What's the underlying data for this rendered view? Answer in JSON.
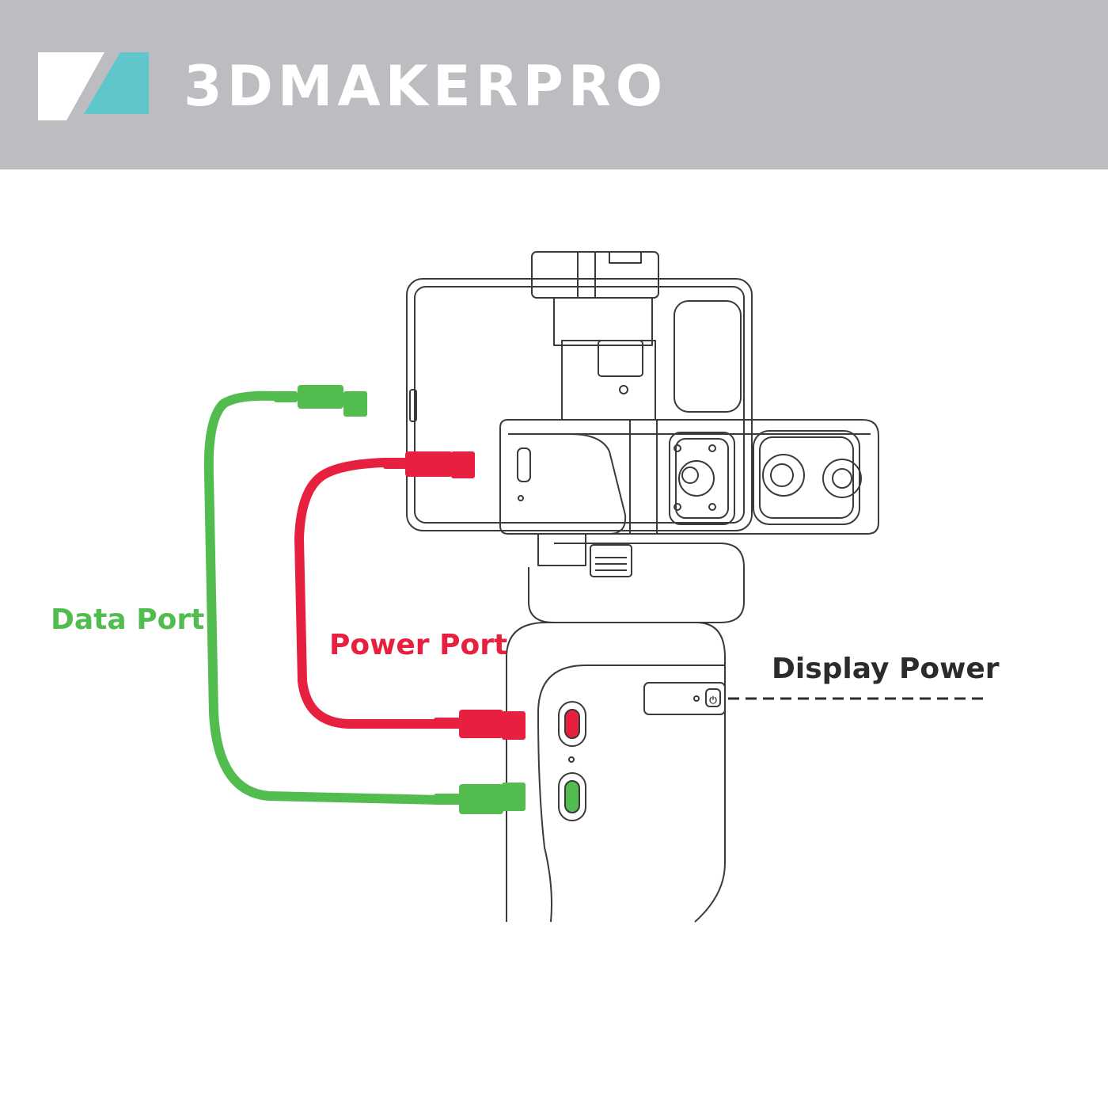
{
  "header": {
    "brand": "3DMAKERPRO",
    "background_color": "#bcbdc0",
    "logo_colors": {
      "white": "#ffffff",
      "teal": "#5fc7cb"
    }
  },
  "labels": {
    "data_port": "Data Port",
    "power_port": "Power Port",
    "display_power": "Display Power"
  },
  "colors": {
    "data_cable": "#52bd4e",
    "power_cable": "#e8203f",
    "outline": "#3a3a3a",
    "text_dark": "#2b2b2b"
  },
  "icons": [
    "logo-mark-icon",
    "scanner-device-icon",
    "usb-cable-icon",
    "power-button-icon"
  ]
}
